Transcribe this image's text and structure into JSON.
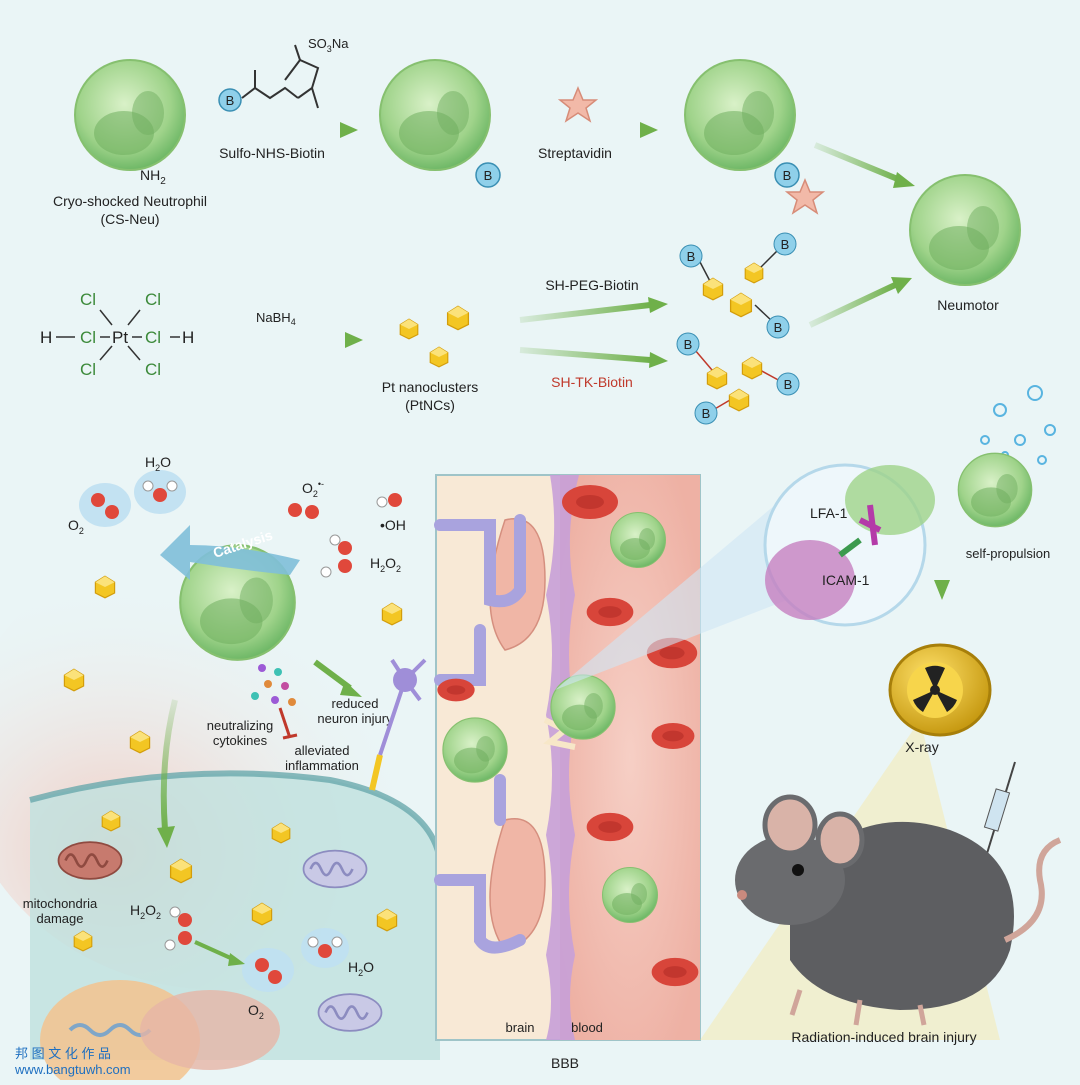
{
  "row1": {
    "neutrophil_label_line1": "Cryo-shocked Neutrophil",
    "neutrophil_label_line2": "(CS-Neu)",
    "amine_label": "NH",
    "amine_sub": "2",
    "reagent1": "Sulfo-NHS-Biotin",
    "reagent1_group": "SO",
    "reagent1_group_sub": "3",
    "reagent1_group_end": "Na",
    "reagent2": "Streptavidin",
    "biotin_letter": "B"
  },
  "row2": {
    "cl": "Cl",
    "h": "H",
    "pt": "Pt",
    "reductant": "NaBH",
    "reductant_sub": "4",
    "product_line1": "Pt nanoclusters",
    "product_line2": "(PtNCs)",
    "linker1": "SH-PEG-Biotin",
    "linker2": "SH-TK-Biotin",
    "neumotor_label": "Neumotor"
  },
  "catalysis": {
    "label": "Catalysis",
    "h2o": "H",
    "h2o_sub": "2",
    "h2o_end": "O",
    "o2": "O",
    "o2_sub": "2",
    "superoxide": "O",
    "superoxide_sub": "2",
    "superoxide_sup": "•-",
    "hydroxyl": "•OH",
    "h2o2": "H",
    "h2o2_sub1": "2",
    "h2o2_mid": "O",
    "h2o2_sub2": "2",
    "cytokines_line1": "neutralizing",
    "cytokines_line2": "cytokines",
    "inflammation_line1": "alleviated",
    "inflammation_line2": "inflammation",
    "neuron_line1": "reduced",
    "neuron_line2": "neuron injury"
  },
  "cell": {
    "mito_line1": "mitochondria",
    "mito_line2": "damage"
  },
  "bbb": {
    "brain": "brain",
    "blood": "blood",
    "caption": "BBB"
  },
  "interaction": {
    "lfa": "LFA-1",
    "icam": "ICAM-1",
    "propulsion": "self-propulsion"
  },
  "mouse": {
    "xray": "X-ray",
    "caption": "Radiation-induced brain injury"
  },
  "watermark": {
    "line1": "邦 图 文 化 作 品",
    "line2": "www.bangtuwh.com"
  },
  "colors": {
    "background": "#eaf5f6",
    "cell_green": "#9fd38a",
    "arrow_green": "#6fb04a",
    "biotin_blue": "#8fd0ea",
    "pt_yellow": "#f3c623",
    "tk_red": "#c0392b",
    "rbc_red": "#d8453a",
    "bbb_pink": "#f2b9ae"
  }
}
